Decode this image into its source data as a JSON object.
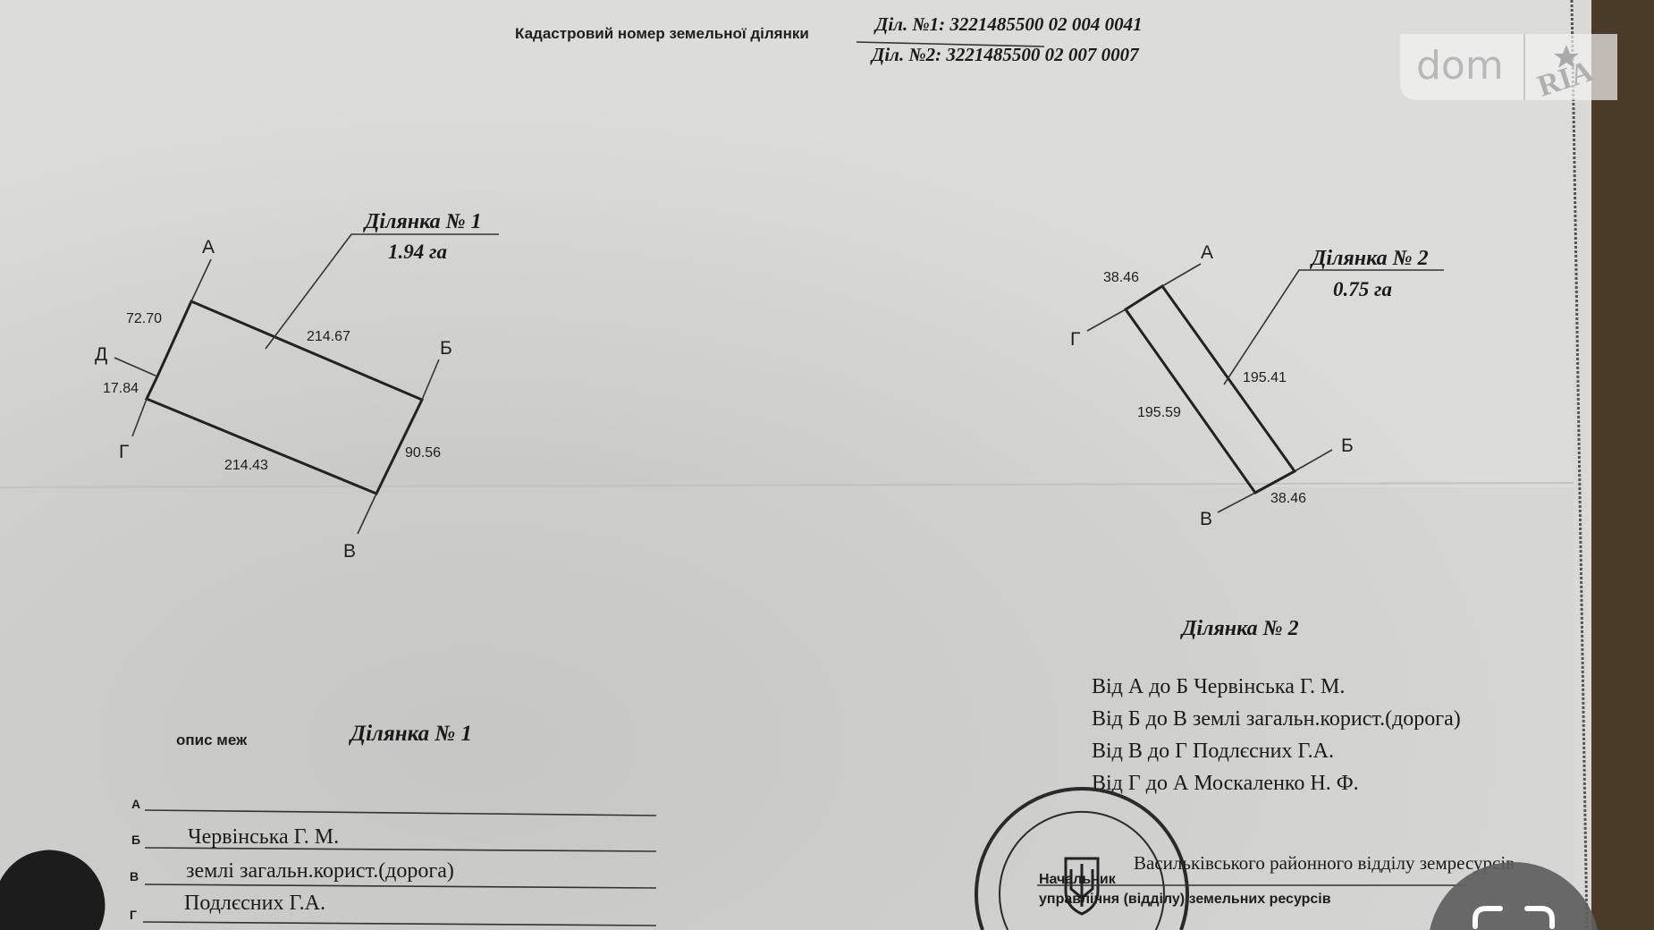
{
  "header": {
    "label": "Кадастровий номер земельної ділянки",
    "plot1_number": "Діл. №1: 3221485500 02 004 0041",
    "plot2_number": "Діл. №2: 3221485500 02 007 0007"
  },
  "watermark": {
    "brand_left": "dom",
    "brand_right": "RIA"
  },
  "plot1": {
    "title": "Ділянка № 1",
    "area": "1.94 га",
    "points": {
      "a": "А",
      "b": "Б",
      "v": "В",
      "g": "Г",
      "d": "Д"
    },
    "sides": {
      "a_d": "72.70",
      "a_b": "214.67",
      "d_g": "17.84",
      "g_v": "214.43",
      "b_v": "90.56"
    }
  },
  "plot2": {
    "title": "Ділянка № 2",
    "area": "0.75 га",
    "points": {
      "a": "А",
      "b": "Б",
      "v": "В",
      "g": "Г"
    },
    "sides": {
      "g_a": "38.46",
      "a_b": "195.41",
      "g_v": "195.59",
      "v_b": "38.46"
    }
  },
  "boundaries1": {
    "heading": "опис меж",
    "title": "Ділянка № 1",
    "rows": [
      {
        "letter": "А",
        "text": ""
      },
      {
        "letter": "Б",
        "text": "Червінська Г. М."
      },
      {
        "letter": "В",
        "text": "землі загальн.корист.(дорога)"
      },
      {
        "letter": "Г",
        "text": "Подлєсних Г.А."
      }
    ]
  },
  "boundaries2": {
    "title": "Ділянка № 2",
    "rows": [
      "Від А до Б Червінська Г. М.",
      "Від Б до В землі загальн.корист.(дорога)",
      "Від В до Г Подлєсних Г.А.",
      "Від Г до А Москаленко Н. Ф."
    ]
  },
  "signature": {
    "department": "Васильківського районного відділу земресурсів",
    "position_line1": "Начальник",
    "position_line2": "управління (відділу) земельних ресурсів"
  },
  "colors": {
    "paper": "#d9d9d7",
    "ink": "#1e1e1e",
    "wood": "#4a3a28"
  }
}
